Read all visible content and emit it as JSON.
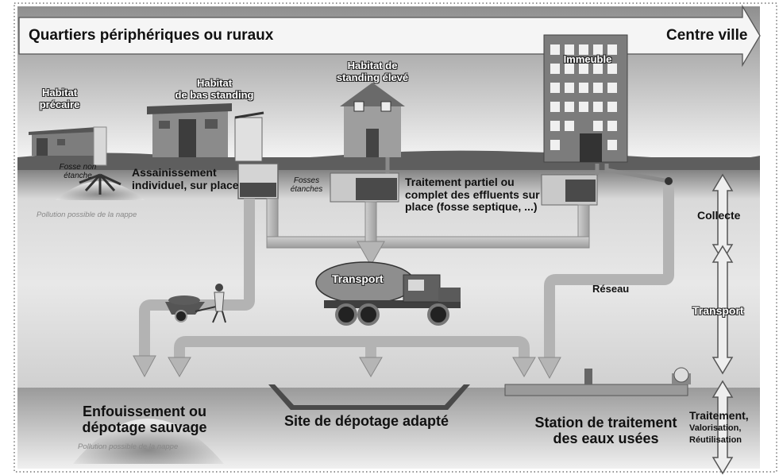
{
  "banner": {
    "left": "Quartiers périphériques ou ruraux",
    "right": "Centre ville"
  },
  "houses": {
    "precaire": "Habitat\nprécaire",
    "bas_standing": "Habitat\nde bas standing",
    "standing_eleve": "Habitat de\nstanding élevé",
    "immeuble": "Immeuble"
  },
  "labels": {
    "fosse_non_etanche": "Fosse non\nétanche",
    "assainissement": "Assainissement\nindividuel, sur place",
    "pollution_top": "Pollution possible de la nappe",
    "fosses_etanches": "Fosses\nétanches",
    "traitement_partiel": "Traitement partiel ou\ncomplet des effluents sur\nplace (fosse septique, ...)",
    "transport_truck": "Transport",
    "reseau": "Réseau",
    "collecte": "Collecte",
    "transport_axis": "Transport",
    "traitement": "Traitement,",
    "valorisation": "Valorisation,",
    "reutilisation": "Réutilisation",
    "enfouissement": "Enfouissement ou\ndépotage sauvage",
    "pollution_bottom": "Pollution possible de la nappe",
    "site_depotage": "Site de dépotage adapté",
    "station": "Station de traitement\ndes eaux usées"
  },
  "colors": {
    "sky_top": "#9a9a9a",
    "sky_bottom": "#f2f2f2",
    "ground": "#6e6e6e",
    "pipe": "#b9b9b9",
    "pipe_edge": "#8a8a8a",
    "building": "#7c7c7c",
    "window": "#f4f4f4",
    "tank": "#5a5a5a"
  },
  "icons": [
    "truck-icon",
    "wheelbarrow-icon",
    "person-icon",
    "building-icon",
    "house-icon",
    "septic-tank-icon",
    "pipe-arrow-icon"
  ]
}
